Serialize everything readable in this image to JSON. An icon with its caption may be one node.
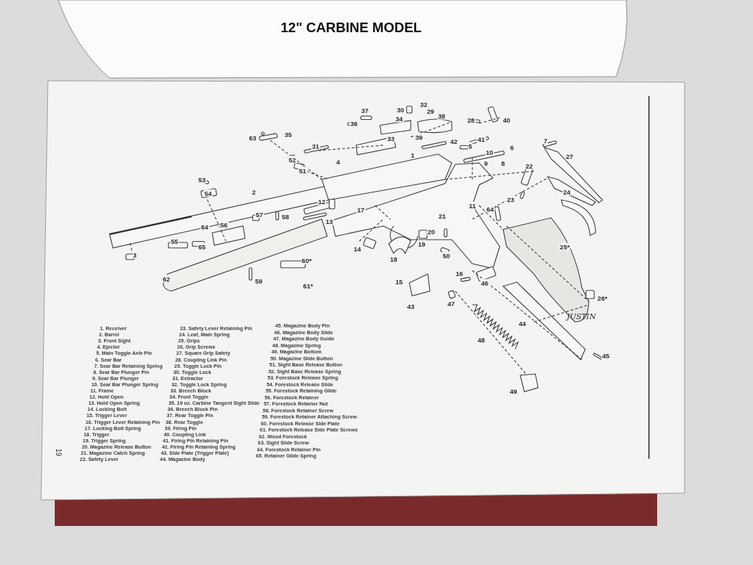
{
  "diagram": {
    "title": "12\" CARBINE MODEL",
    "labels": [
      "32",
      "30",
      "29",
      "37",
      "38",
      "40",
      "34",
      "28",
      "36",
      "35",
      "63",
      "33",
      "39",
      "42",
      "41",
      "7",
      "5",
      "6",
      "31",
      "10",
      "27",
      "52",
      "9",
      "8",
      "4",
      "1",
      "22",
      "51",
      "53",
      "24",
      "2",
      "54",
      "23",
      "12",
      "11",
      "64",
      "57",
      "58",
      "17",
      "64",
      "56",
      "13",
      "21",
      "20",
      "55",
      "65",
      "19",
      "25*",
      "14",
      "50",
      "3",
      "18",
      "60*",
      "62",
      "16",
      "15",
      "46",
      "59",
      "61*",
      "26*",
      "47",
      "43",
      "44",
      "48",
      "45",
      "49",
      "1. Receiver",
      "2. Barrel",
      "3. Front Sight",
      "4. Ejector",
      "5. Main Toggle Axle Pin",
      "6. Sear Bar",
      "7. Sear Bar Retaining Spring",
      "8. Sear Bar Plunger Pin",
      "9. Sear Bar Plunger",
      "10. Sear Bar Plunger Spring",
      "11. Frame",
      "12. Hold Open",
      "13. Hold Open Spring",
      "14. Locking Bolt",
      "15. Trigger Lever",
      "16. Trigger Lever Retaining Pin",
      "17. Locking Bolt Spring",
      "18. Trigger",
      "19. Trigger Spring",
      "20. Magazine Release Button",
      "21. Magazine Catch Spring",
      "22. Safety Lever",
      "23. Safety Lever Retaining Pin",
      "24. Leaf, Main Spring",
      "25. Grips",
      "26. Grip Screws",
      "27. Square Grip Safety",
      "28. Coupling Link Pin",
      "29. Toggle Lock Pin",
      "30. Toggle Lock",
      "31. Extractor",
      "32. Toggle Lock Spring",
      "33. Breech Block",
      "34. Front Toggle",
      "35. 19 oz. Carbine Tangent Sight Slide",
      "36. Breech Block Pin",
      "37. Rear Toggle Pin",
      "38. Rear Toggle",
      "39. Firing Pin",
      "40. Coupling Link",
      "41. Firing Pin Retaining Pin",
      "42. Firing Pin Retaining Spring",
      "43. Side Plate (Trigger Plate)",
      "44. Magazine Body",
      "45. Magazine Body Pin",
      "46. Magazine Body Slide",
      "47. Magazine Body Guide",
      "48. Magazine Spring",
      "49. Magazine Bottom",
      "50. Magazine Slide Button",
      "51. Sight Base Release Button",
      "52. Sight Base Release Spring",
      "53. Forestock Release Spring",
      "54. Forestock Release Slide",
      "55. Forestock Retaining Glide",
      "56. Forestock Retainer",
      "57. Forestock Retainer Nut",
      "58. Forestock Retainer Screw",
      "59. Forestock Retainer Attaching Screw",
      "60. Forestock Release Side Plate",
      "61. Forestock Release Side Plate Screws",
      "62. Wood Forestock",
      "63. Sight Slide Screw",
      "64. Forestock Retainer Pin",
      "65. Retainer Glide Spring",
      "19",
      "JUSTIN"
    ]
  }
}
